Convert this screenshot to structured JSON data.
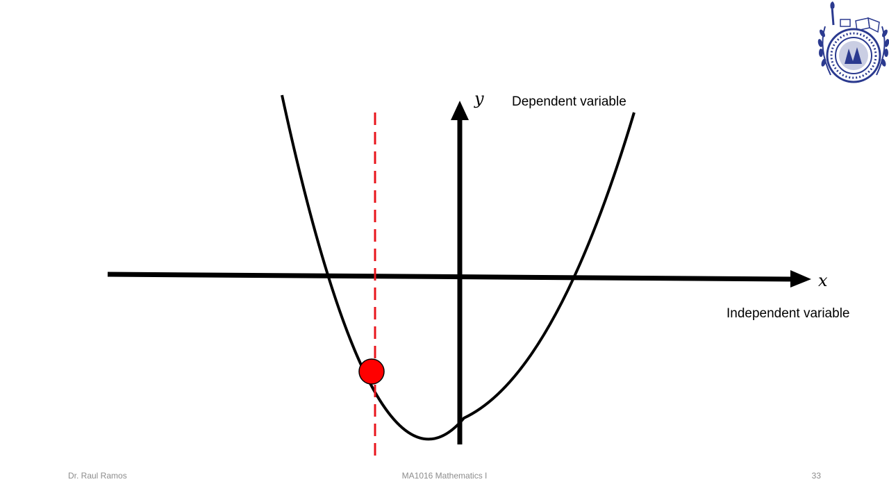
{
  "slide": {
    "x_symbol": "x",
    "y_symbol": "y",
    "dependent_label": "Dependent variable",
    "independent_label": "Independent variable"
  },
  "footer": {
    "author": "Dr. Raul Ramos",
    "course": "MA1016 Mathematics I",
    "page_number": "33"
  },
  "colors": {
    "axis": "#000000",
    "curve": "#000000",
    "marker": "#ff0000",
    "vertical_line": "#e8141c",
    "logo": "#2b3a8f"
  },
  "icons": {
    "logo": "tec-de-monterrey-seal-icon"
  }
}
